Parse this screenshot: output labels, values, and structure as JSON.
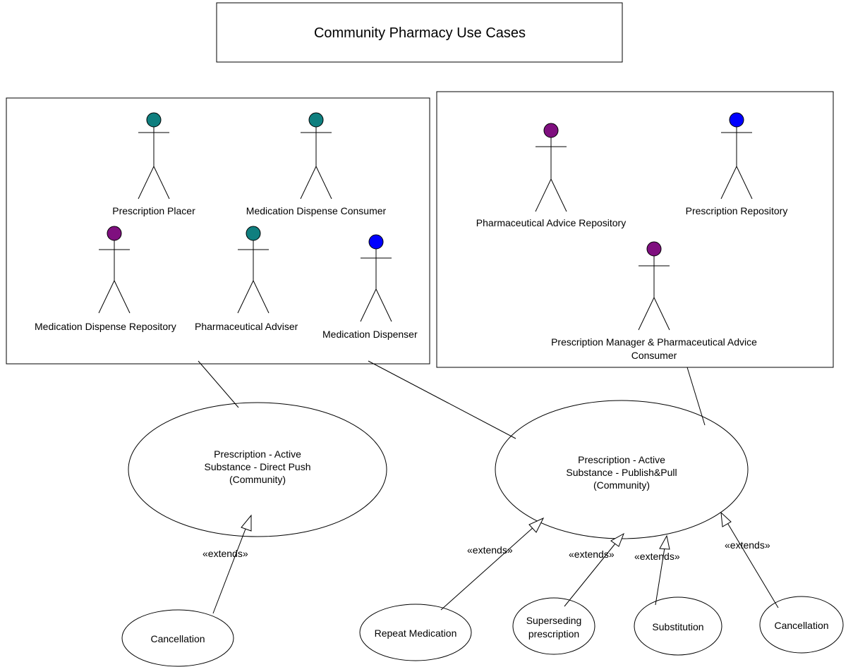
{
  "title": "Community Pharmacy Use Cases",
  "colors": {
    "teal": "#0f7f7f",
    "purple": "#7f0f7f",
    "blue": "#0000ff"
  },
  "actors_left": {
    "prescription_placer": {
      "label": "Prescription Placer",
      "color": "teal"
    },
    "medication_dispense_consumer": {
      "label": "Medication Dispense Consumer",
      "color": "teal"
    },
    "medication_dispense_repository": {
      "label": "Medication Dispense Repository",
      "color": "purple"
    },
    "pharmaceutical_adviser": {
      "label": "Pharmaceutical Adviser",
      "color": "teal"
    },
    "medication_dispenser": {
      "label": "Medication Dispenser",
      "color": "blue"
    }
  },
  "actors_right": {
    "pharmaceutical_advice_repository": {
      "label": "Pharmaceutical Advice Repository",
      "color": "purple"
    },
    "prescription_repository": {
      "label": "Prescription Repository",
      "color": "blue"
    },
    "prescription_manager": {
      "label_line1": "Prescription Manager & Pharmaceutical Advice",
      "label_line2": "Consumer",
      "color": "purple"
    }
  },
  "use_cases": {
    "direct_push": {
      "line1": "Prescription - Active",
      "line2": "Substance - Direct Push",
      "line3": "(Community)"
    },
    "publish_pull": {
      "line1": "Prescription - Active",
      "line2": "Substance - Publish&Pull",
      "line3": "(Community)"
    },
    "cancellation_left": {
      "label": "Cancellation"
    },
    "repeat_medication": {
      "label": "Repeat Medication"
    },
    "superseding": {
      "line1": "Superseding",
      "line2": "prescription"
    },
    "substitution": {
      "label": "Substitution"
    },
    "cancellation_right": {
      "label": "Cancellation"
    }
  },
  "stereotype": "«extends»"
}
